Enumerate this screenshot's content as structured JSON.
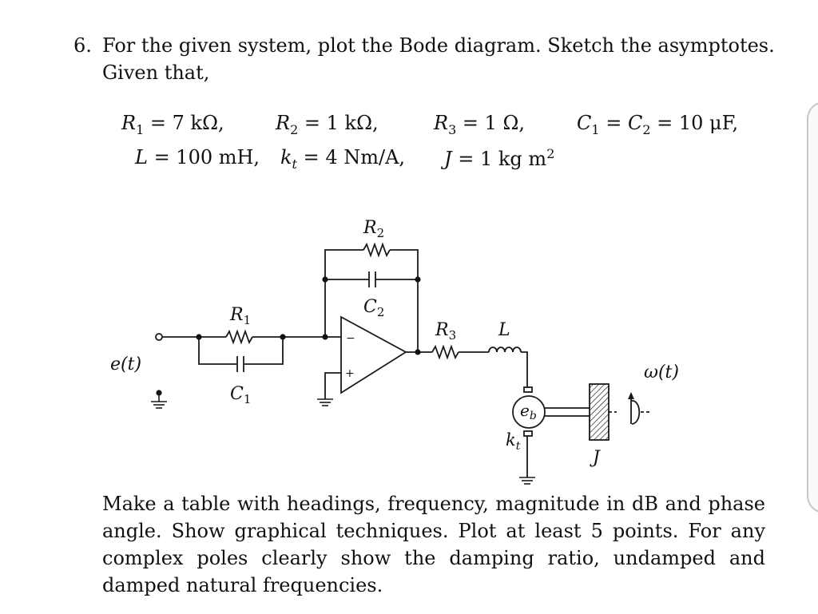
{
  "problem": {
    "number": "6.",
    "line1": "For the given system, plot the Bode diagram. Sketch the asymptotes.",
    "line2": "Given that,"
  },
  "givens": {
    "r1_sym": "R",
    "r1_sub": "1",
    "r1_val": " = 7 kΩ,",
    "r2_sym": "R",
    "r2_sub": "2",
    "r2_val": " = 1 kΩ,",
    "r3_sym": "R",
    "r3_sub": "3",
    "r3_val": " = 1 Ω,",
    "c1_sym": "C",
    "c1_sub": "1",
    "c_mid": " = ",
    "c2_sym": "C",
    "c2_sub": "2",
    "c_val": " = 10 μF,",
    "l_sym": "L",
    "l_val": " = 100 mH,",
    "kt_sym": "k",
    "kt_sub": "t",
    "kt_val": " = 4 Nm/A,",
    "j_sym": "J",
    "j_val": " = 1 kg m",
    "j_sup": "2"
  },
  "circuit": {
    "et_label": "e(t)",
    "r1_label": "R",
    "r1_sub": "1",
    "c1_label": "C",
    "c1_sub": "1",
    "r2_label": "R",
    "r2_sub": "2",
    "c2_label": "C",
    "c2_sub": "2",
    "r3_label": "R",
    "r3_sub": "3",
    "l_label": "L",
    "eb_label": "e",
    "eb_sub": "b",
    "kt_label": "k",
    "kt_sub": "t",
    "j_label": "J",
    "omega_label": "ω(t)",
    "minus_sign": "−",
    "plus_sign": "+"
  },
  "footer": {
    "text": "Make a table with headings, frequency, magnitude in dB and phase angle. Show graphical techniques. Plot at least 5 points. For any complex poles clearly show the damping ratio, undamped and damped natural frequencies."
  }
}
